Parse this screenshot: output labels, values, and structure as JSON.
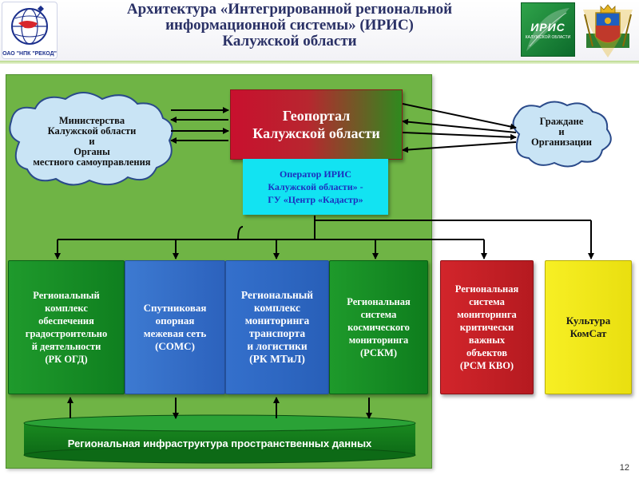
{
  "header": {
    "title_line1": "Архитектура «Интегрированной региональной",
    "title_line2": "информационной системы» (ИРИС)",
    "title_line3": "Калужской области",
    "logo_left_text": "ОАО \"НПК \"РЕКОД\"",
    "logo_iris_text": "ИРИС",
    "logo_iris_sub": "КАЛУЖСКОЙ ОБЛАСТИ"
  },
  "geoportal": {
    "line1": "Геопортал",
    "line2": "Калужской области"
  },
  "operator": {
    "line1": "Оператор ИРИС",
    "line2": "Калужской области» -",
    "line3": "ГУ «Центр «Кадастр»"
  },
  "cloud_left": {
    "line1": "Министерства",
    "line2": "Калужской области",
    "line3": "и",
    "line4": "Органы",
    "line5": "местного самоуправления"
  },
  "cloud_right": {
    "line1": "Граждане",
    "line2": "и",
    "line3": "Организации"
  },
  "columns": [
    {
      "lines": [
        "Региональный",
        "комплекс",
        "обеспечения",
        "градостроительно",
        "й деятельности",
        "(РК ОГД)"
      ]
    },
    {
      "lines": [
        "Спутниковая",
        "опорная",
        "межевая сеть",
        "(СОМС)"
      ]
    },
    {
      "lines": [
        "Региональный",
        "комплекс",
        "мониторинга",
        "транспорта",
        "и логистики",
        "(РК МТиЛ)"
      ]
    },
    {
      "lines": [
        "Региональная",
        "система",
        "космического",
        "мониторинга",
        "(РСКМ)"
      ]
    },
    {
      "lines": [
        "Региональная",
        "система",
        "мониторинга",
        "критически",
        "важных",
        "объектов",
        "(РСМ КВО)"
      ]
    },
    {
      "lines": [
        "Культура",
        "КомСат"
      ]
    }
  ],
  "infrastructure": {
    "label": "Региональная инфраструктура  пространственных  данных"
  },
  "page_number": "12",
  "colors": {
    "title": "#2a3166",
    "green_area": "#6fb445",
    "geoportal_red": "#c8102e",
    "operator_cyan": "#12e3f2",
    "column_green": "#1f9a2c",
    "column_blue": "#3d7ad1",
    "column_red": "#d2252b",
    "column_yellow": "#f7ef24",
    "cloud": "#c9e4f5"
  }
}
